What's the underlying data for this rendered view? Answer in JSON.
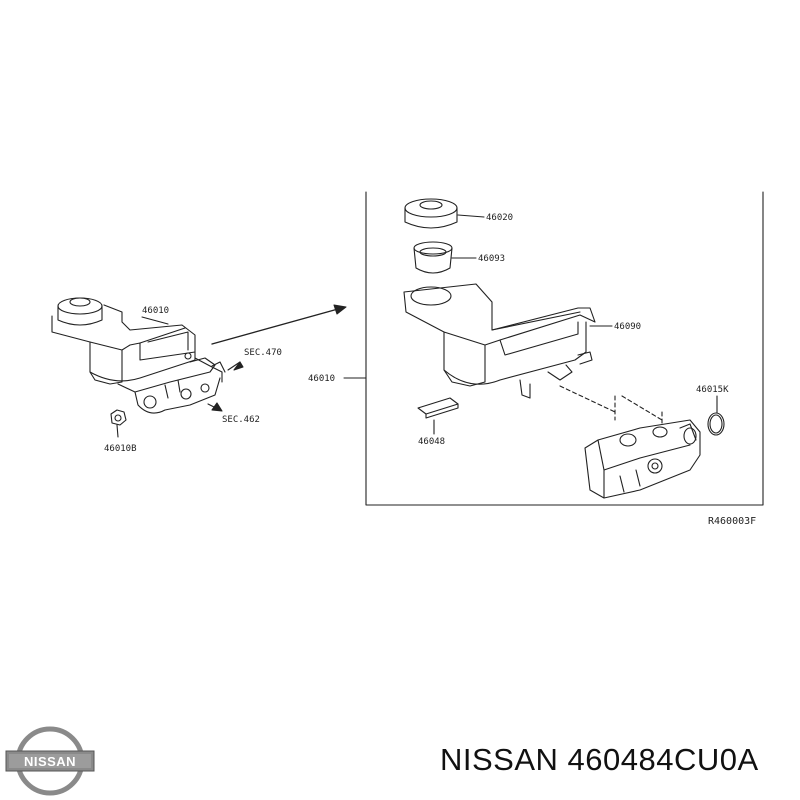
{
  "diagram": {
    "left_callouts": {
      "assembly": "46010",
      "sec_470": "SEC.470",
      "sec_462": "SEC.462",
      "nut": "46010B"
    },
    "detail_callouts": {
      "assembly": "46010",
      "cap": "46020",
      "strainer": "46093",
      "reservoir": "46090",
      "seal": "46048",
      "o_ring": "46015K"
    },
    "reference_code": "R460003F"
  },
  "footer": {
    "logo_text": "NISSAN",
    "part_label": "NISSAN 460484CU0A"
  },
  "colors": {
    "line": "#222222",
    "logo_silver": "#8a8a8a"
  }
}
